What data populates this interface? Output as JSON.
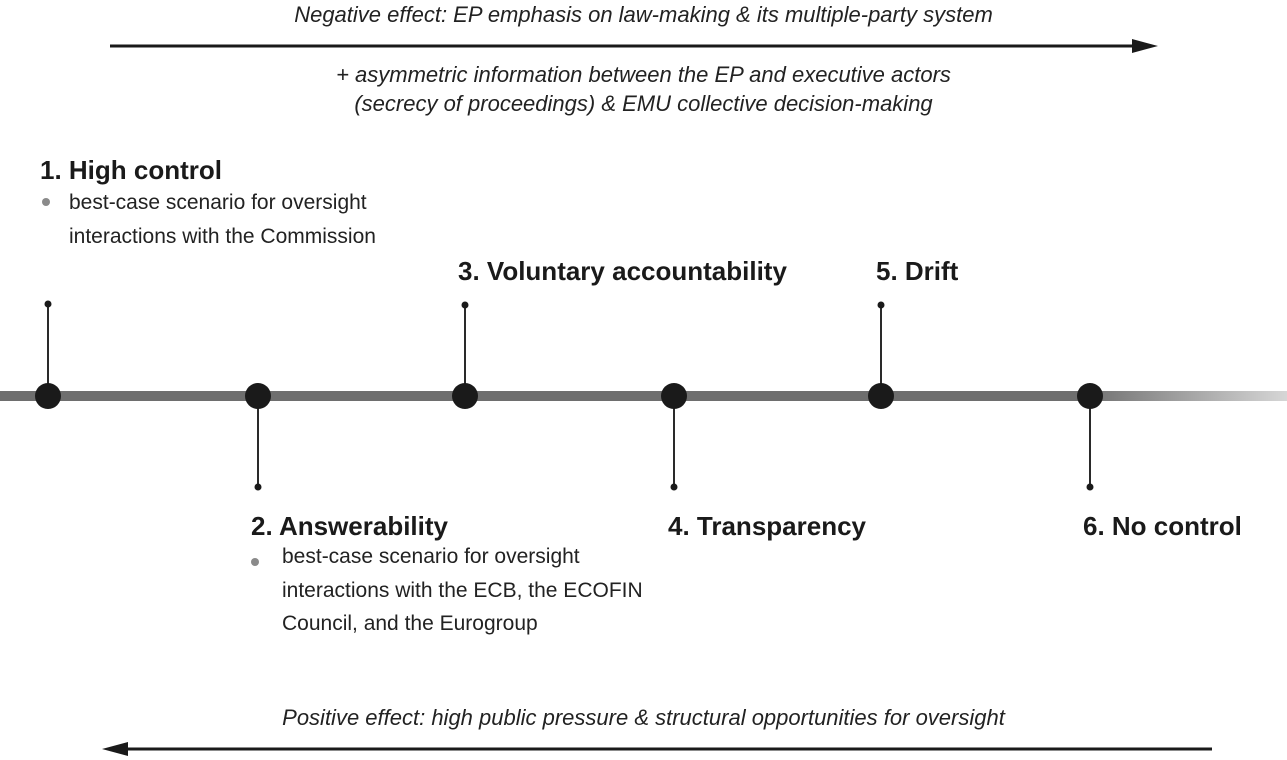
{
  "top_note": {
    "headline": "Negative effect: EP emphasis on law-making & its multiple-party system",
    "line_1": "+ asymmetric information between the EP and executive actors",
    "line_2": "(secrecy of proceedings) & EMU collective decision-making"
  },
  "bottom_note": {
    "headline": "Positive effect: high public pressure & structural opportunities for oversight"
  },
  "stages": [
    {
      "label": "1. High control",
      "bullet": "best-case scenario for oversight interactions with the Commission"
    },
    {
      "label": "2. Answerability",
      "bullet": "best-case scenario for oversight interactions with the ECB, the ECOFIN Council, and the Eurogroup"
    },
    {
      "label": "3. Voluntary accountability"
    },
    {
      "label": "4. Transparency"
    },
    {
      "label": "5. Drift"
    },
    {
      "label": "6. No control"
    }
  ],
  "colors": {
    "axis": "#6e6e6e",
    "node": "#1a1a1a",
    "arrow": "#1a1a1a",
    "bullet": "#8a8a8a",
    "text": "#1a1a1a"
  }
}
